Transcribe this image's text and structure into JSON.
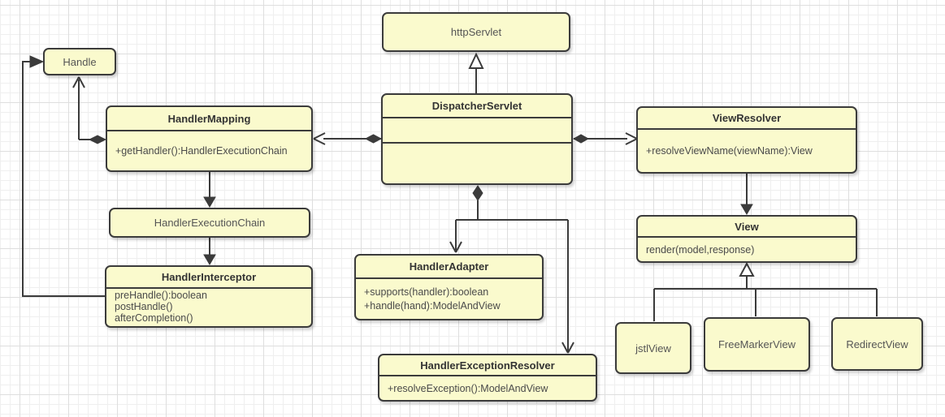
{
  "diagram": {
    "kind": "uml-class-diagram",
    "subject": "Spring MVC DispatcherServlet",
    "colors": {
      "node_fill": "#FAFACD",
      "node_border": "#3B3B3B",
      "title_text": "#333333",
      "method_text": "#4A4A4A",
      "line": "#3B3B3B",
      "grid_minor": "#EFEFEF",
      "grid_major": "#DEDEDE",
      "background": "#FFFFFF"
    }
  },
  "nodes": {
    "handle": {
      "title": "Handle"
    },
    "http_servlet": {
      "title": "httpServlet"
    },
    "dispatcher_servlet": {
      "title": "DispatcherServlet"
    },
    "handler_mapping": {
      "title": "HandlerMapping",
      "methods": [
        "+getHandler():HandlerExecutionChain"
      ]
    },
    "handler_execution_chain": {
      "title": "HandlerExecutionChain"
    },
    "handler_interceptor": {
      "title": "HandlerInterceptor",
      "methods": [
        "preHandle():boolean",
        "postHandle()",
        "afterCompletion()"
      ]
    },
    "handler_adapter": {
      "title": "HandlerAdapter",
      "methods": [
        "+supports(handler):boolean",
        "+handle(hand):ModelAndView"
      ]
    },
    "handler_exception_resolver": {
      "title": "HandlerExceptionResolver",
      "methods": [
        "+resolveException():ModelAndView"
      ]
    },
    "view_resolver": {
      "title": "ViewResolver",
      "methods": [
        "+resolveViewName(viewName):View"
      ]
    },
    "view": {
      "title": "View",
      "methods": [
        "render(model,response)"
      ]
    },
    "jstl_view": {
      "title": "jstlView"
    },
    "free_marker_view": {
      "title": "FreeMarkerView"
    },
    "redirect_view": {
      "title": "RedirectView"
    }
  },
  "relationships": [
    {
      "from": "DispatcherServlet",
      "to": "httpServlet",
      "type": "generalization"
    },
    {
      "from": "DispatcherServlet",
      "to": "HandlerMapping",
      "type": "aggregation-arrow"
    },
    {
      "from": "DispatcherServlet",
      "to": "ViewResolver",
      "type": "aggregation-arrow"
    },
    {
      "from": "DispatcherServlet",
      "to": "HandlerAdapter",
      "type": "aggregation-arrow"
    },
    {
      "from": "DispatcherServlet",
      "to": "HandlerExceptionResolver",
      "type": "aggregation-arrow"
    },
    {
      "from": "HandlerMapping",
      "to": "Handle",
      "type": "aggregation-arrow"
    },
    {
      "from": "HandlerMapping",
      "to": "HandlerExecutionChain",
      "type": "directed-association"
    },
    {
      "from": "HandlerExecutionChain",
      "to": "HandlerInterceptor",
      "type": "directed-association"
    },
    {
      "from": "HandlerInterceptor",
      "to": "Handle",
      "type": "directed-association"
    },
    {
      "from": "ViewResolver",
      "to": "View",
      "type": "directed-association"
    },
    {
      "from": "jstlView",
      "to": "View",
      "type": "generalization"
    },
    {
      "from": "FreeMarkerView",
      "to": "View",
      "type": "generalization"
    },
    {
      "from": "RedirectView",
      "to": "View",
      "type": "generalization"
    }
  ]
}
